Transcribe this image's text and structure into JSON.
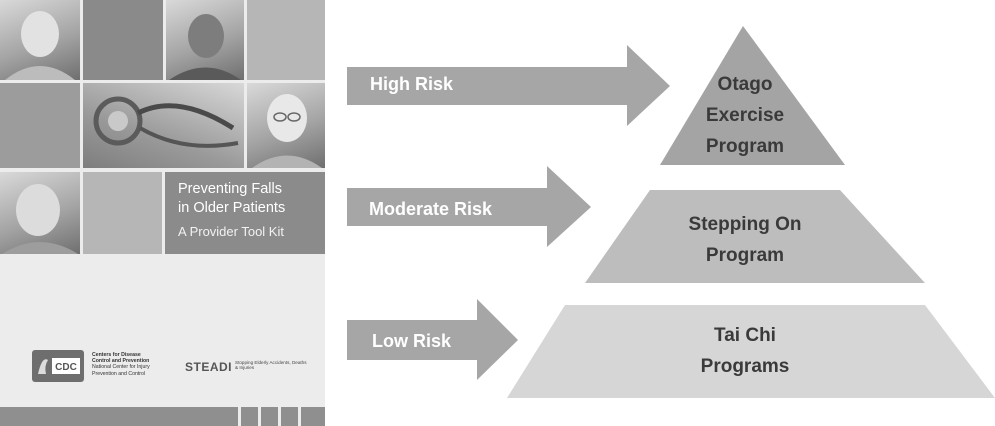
{
  "cover": {
    "title_line1": "Preventing Falls",
    "title_line2": "in Older Patients",
    "subtitle": "A Provider Tool Kit",
    "org_line1": "Centers for Disease",
    "org_line2": "Control and Prevention",
    "org_line3": "National Center for Injury",
    "org_line4": "Prevention and Control",
    "cdc_mark": "CDC",
    "steadi_name": "STEADI",
    "steadi_tagline": "Stopping Elderly Accidents, Deaths & Injuries"
  },
  "risk_levels": [
    {
      "label": "High Risk",
      "program_line1": "Otago",
      "program_line2": "Exercise",
      "program_line3": "Program"
    },
    {
      "label": "Moderate Risk",
      "program_line1": "Stepping On",
      "program_line2": "Program"
    },
    {
      "label": "Low Risk",
      "program_line1": "Tai Chi",
      "program_line2": "Programs"
    }
  ],
  "colors": {
    "arrow": "#a6a6a6",
    "tier_top": "#a4a4a4",
    "tier_middle": "#bdbdbd",
    "tier_bottom": "#d6d6d6",
    "cover_panel": "#8b8b8b"
  }
}
